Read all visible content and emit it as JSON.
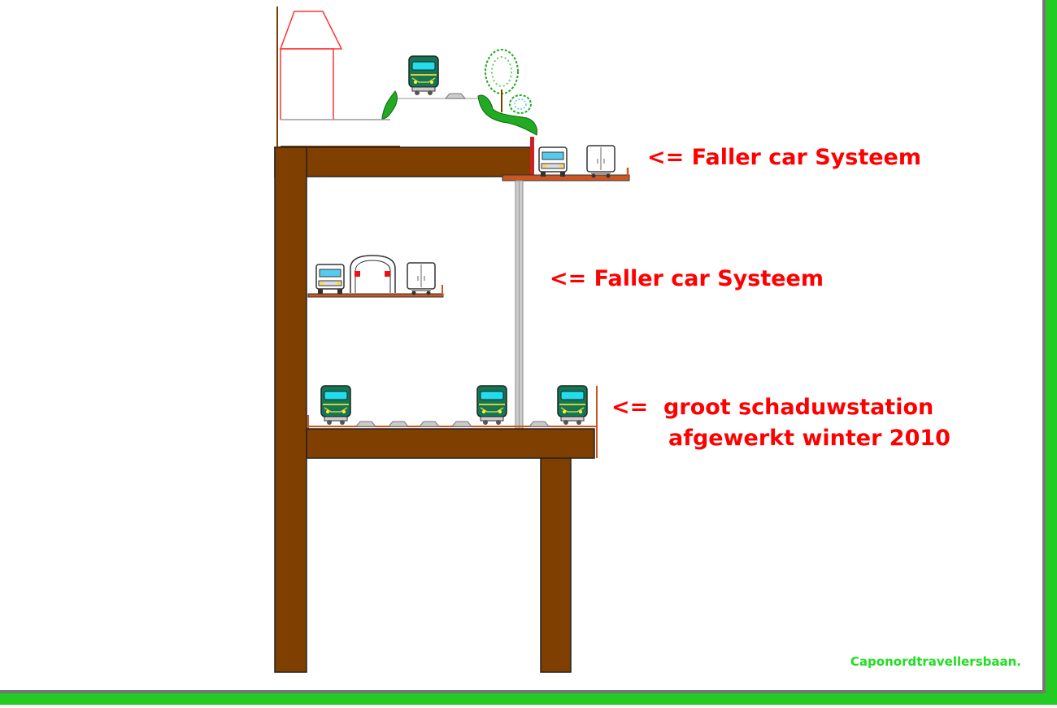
{
  "labels": {
    "upper_level": "<= Faller car Systeem",
    "middle_level": "<= Faller car Systeem",
    "shadow_station_line1": "<=  groot schaduwstation",
    "shadow_station_line2": "afgewerkt winter 2010"
  },
  "credit": "Caponordtravellersbaan.",
  "colors": {
    "frame_green": "#22cc22",
    "frame_shadow": "#666666",
    "wood": "#7f3f00",
    "platform_orange": "#cc5522",
    "label_red": "#ff0000",
    "credit_green": "#22dd22",
    "locomotive": "#117755",
    "locomotive_window": "#22ddee",
    "tree_green": "#22aa22"
  },
  "icons": [
    "house-icon",
    "locomotive-icon",
    "truck-icon",
    "trailer-icon",
    "car-wash-gate-icon",
    "tree-icon",
    "bush-icon"
  ]
}
